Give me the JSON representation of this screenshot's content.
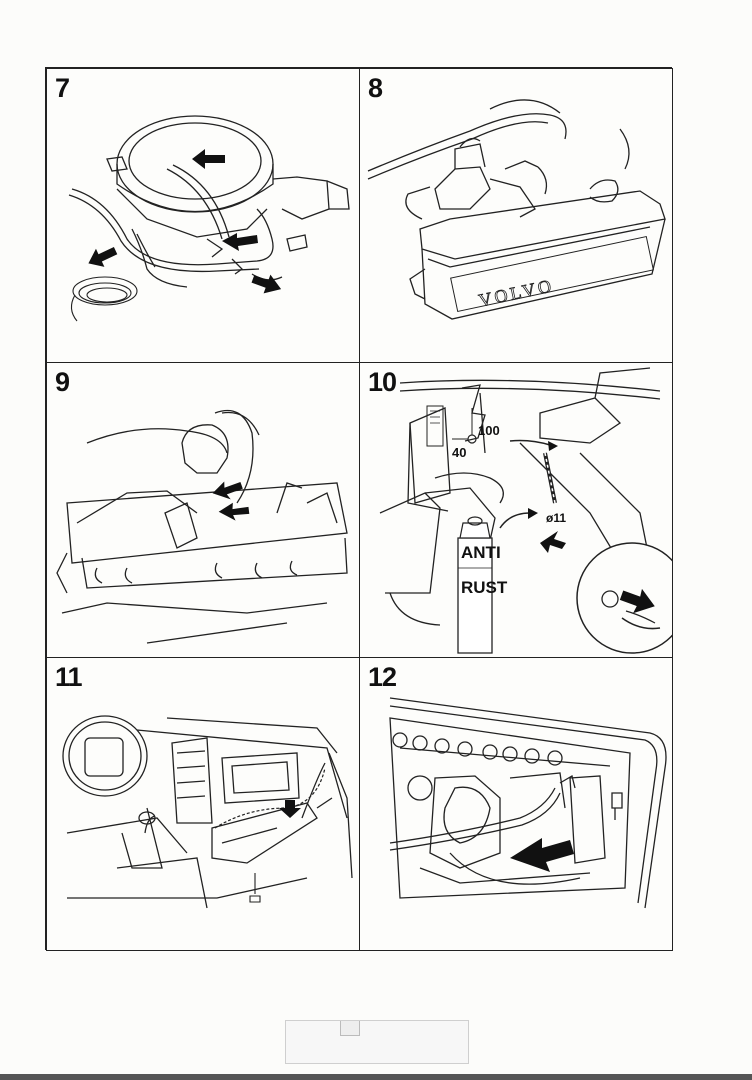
{
  "panels": [
    {
      "number": "7"
    },
    {
      "number": "8",
      "valve_cover_text": "VOLVO"
    },
    {
      "number": "9"
    },
    {
      "number": "10",
      "dims": {
        "vertical": "100",
        "horizontal": "40",
        "diameter": "ø11"
      },
      "can_text": [
        "ANTI",
        "RUST"
      ]
    },
    {
      "number": "11"
    },
    {
      "number": "12"
    }
  ]
}
